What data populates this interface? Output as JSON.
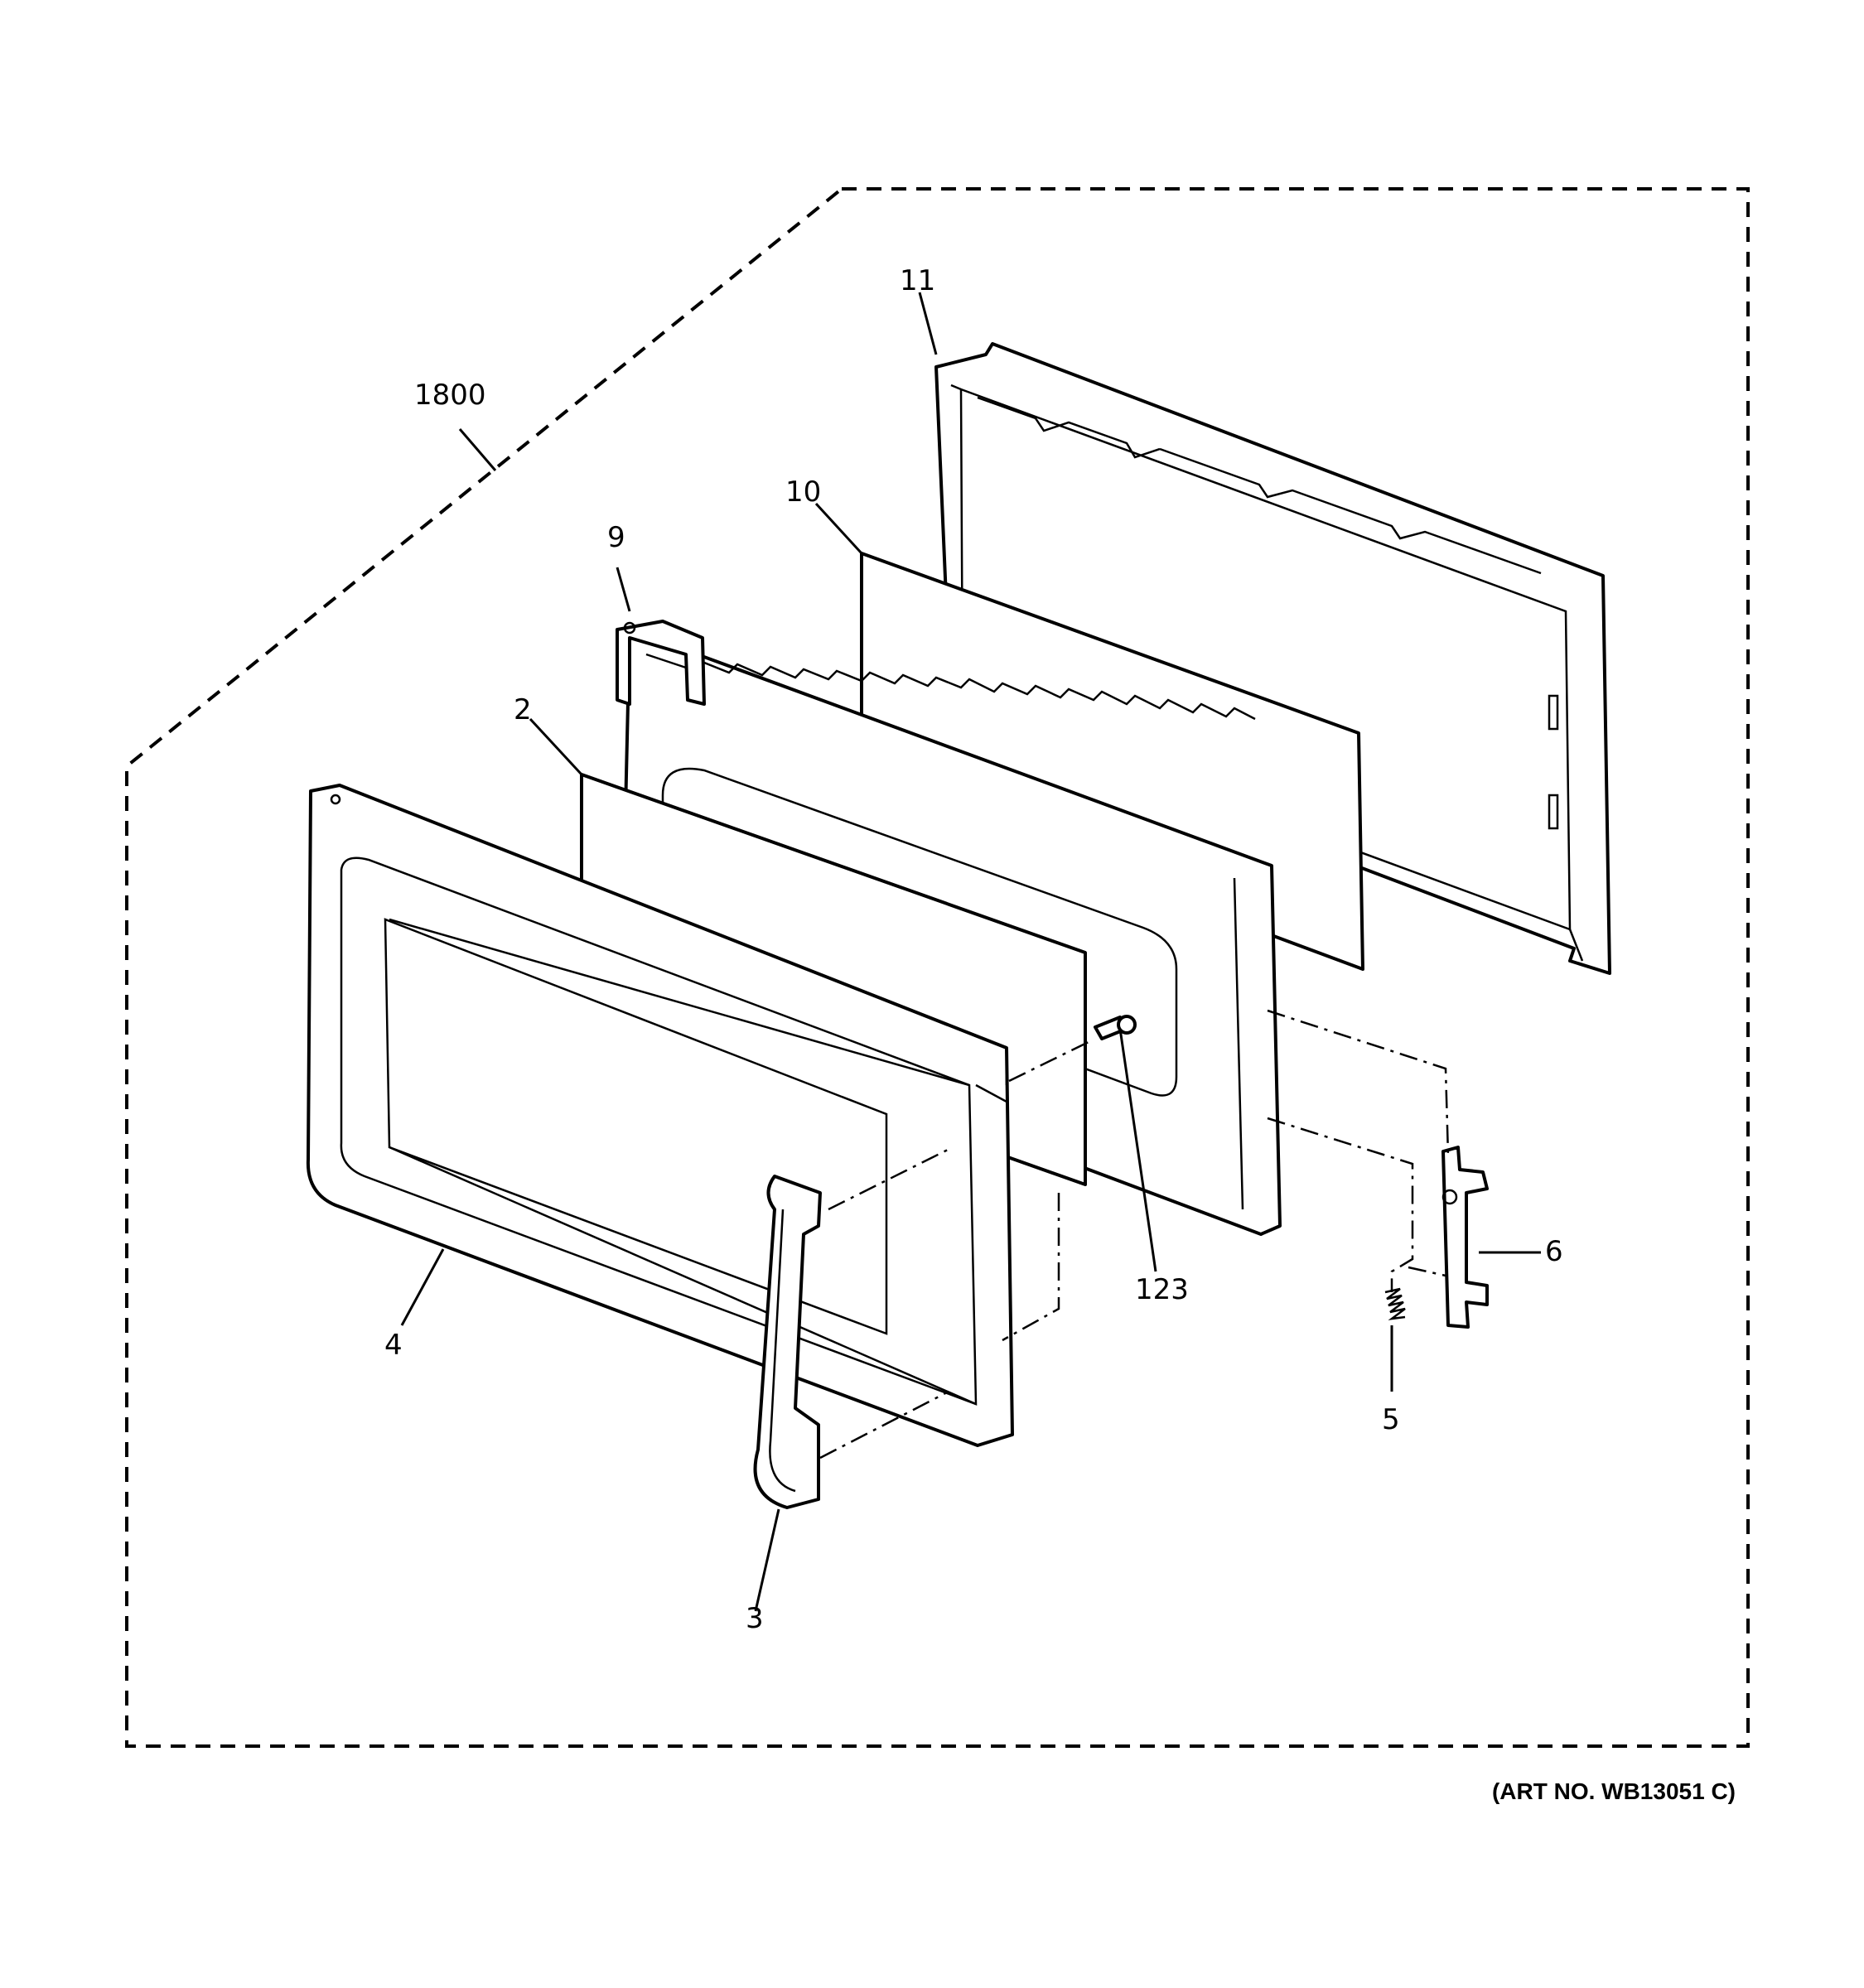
{
  "callouts": {
    "assembly": "1800",
    "choke_frame": "11",
    "inner_panel": "10",
    "hinge": "9",
    "window": "2",
    "door_frame": "4",
    "handle": "3",
    "screw": "123",
    "latch": "6",
    "spring": "5"
  },
  "art_number": "(ART NO. WB13051 C)"
}
